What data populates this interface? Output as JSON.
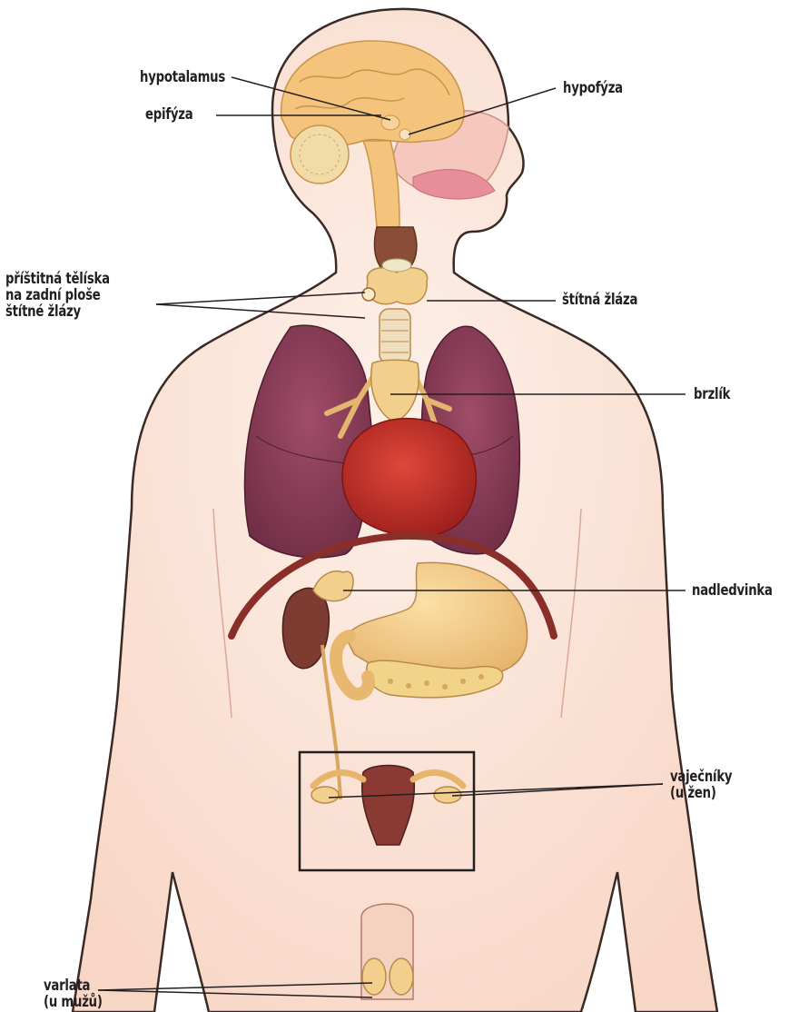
{
  "labels": {
    "hypotalamus": "hypotalamus",
    "epifyza": "epifýza",
    "hypofyza": "hypofýza",
    "pristitna_line1": "příštitná tělíska",
    "pristitna_line2": "na zadní ploše",
    "pristitna_line3": "štítné žlázy",
    "stitna_zlaza": "štítná žláza",
    "brzlik": "brzlík",
    "nadledvinka": "nadledvinka",
    "vajecniky_line1": "vaječníky",
    "vajecniky_line2": "(u žen)",
    "varlata_line1": "varlata",
    "varlata_line2": "(u mužů)"
  },
  "colors": {
    "skin": "#fbe3d6",
    "skin_outline": "#3a2a25",
    "brain": "#f4c47c",
    "lung": "#8c3a55",
    "heart": "#c8322a",
    "gland": "#f3cf8e",
    "kidney": "#7e3b32",
    "leader_line": "#231f20"
  }
}
